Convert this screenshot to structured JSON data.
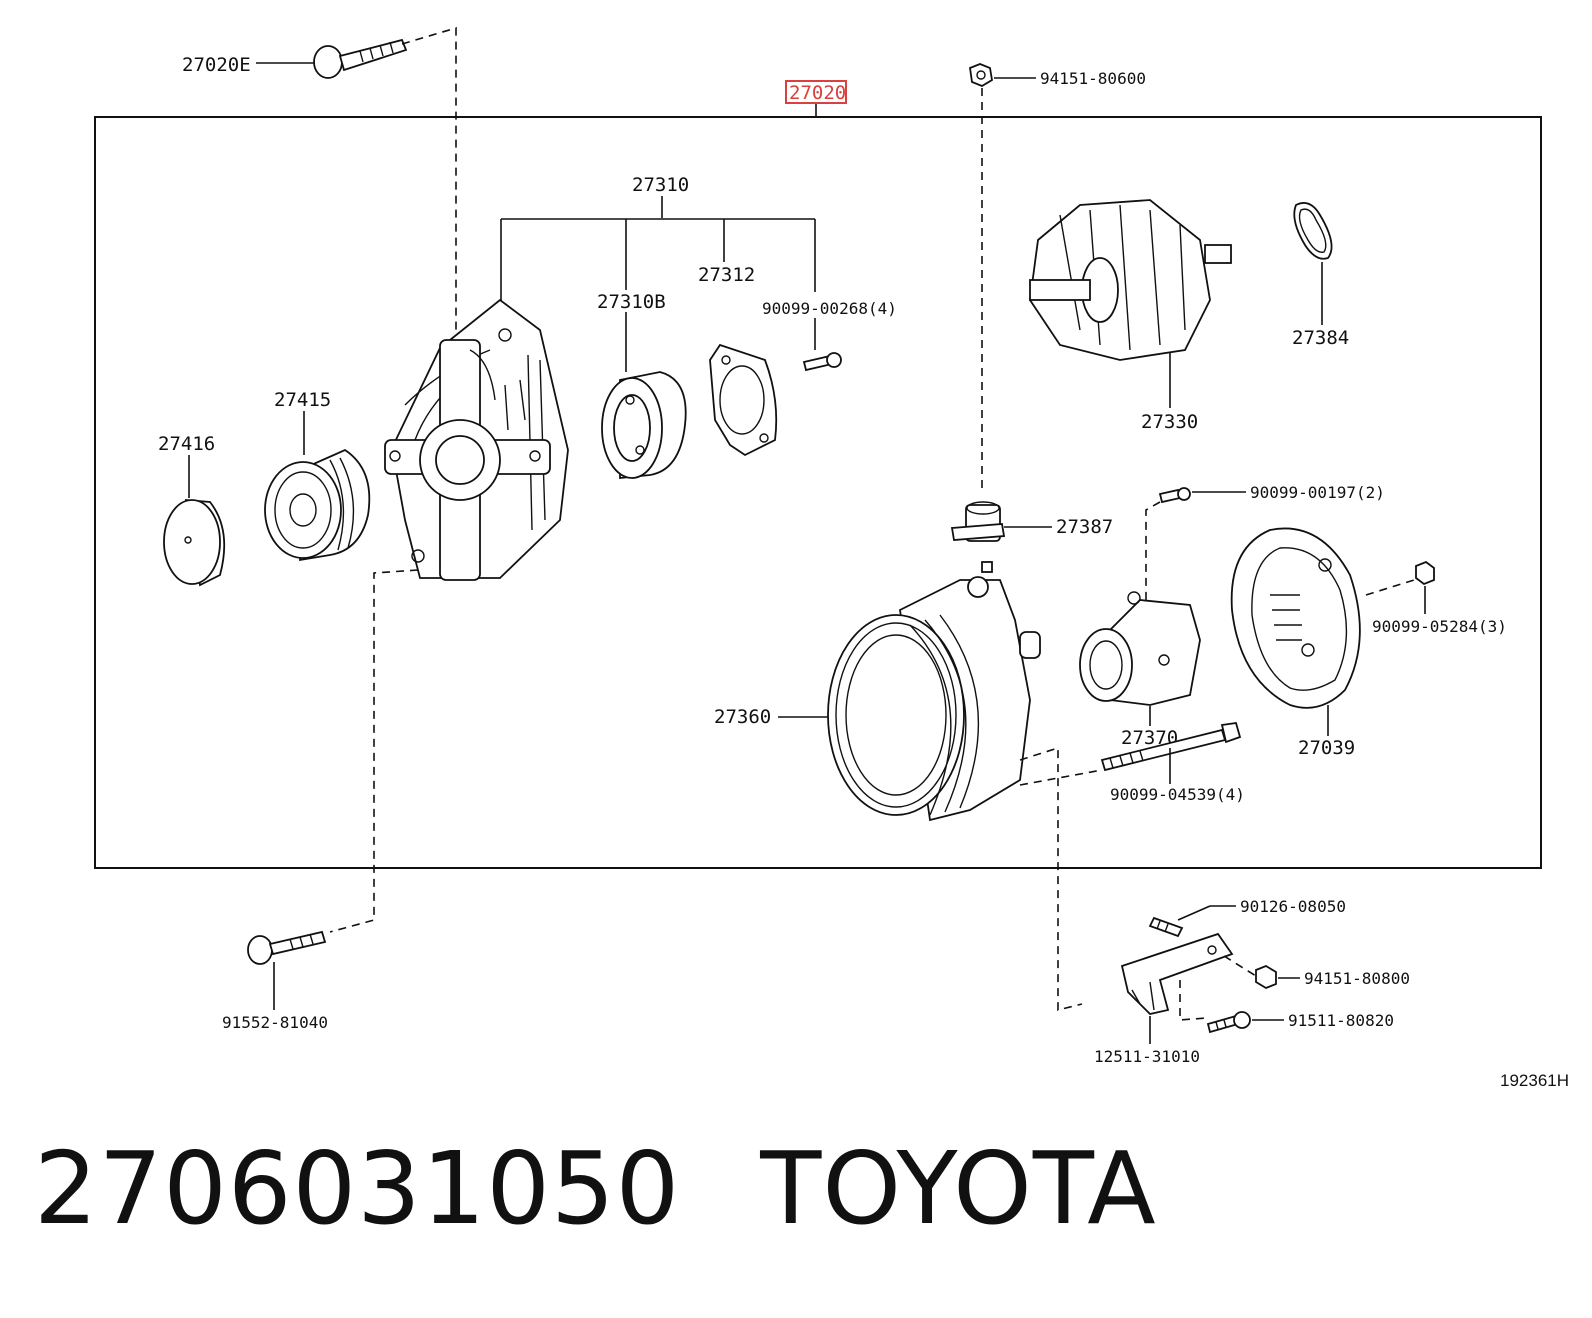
{
  "assembly_label": "27020",
  "labels": {
    "p27020E": "27020E",
    "p94151_80600": "94151-80600",
    "p27310": "27310",
    "p27312": "27312",
    "p27310B": "27310B",
    "p90099_00268": "90099-00268(4)",
    "p27415": "27415",
    "p27416": "27416",
    "p27384": "27384",
    "p27330": "27330",
    "p90099_00197": "90099-00197(2)",
    "p27387": "27387",
    "p90099_05284": "90099-05284(3)",
    "p27360": "27360",
    "p27370": "27370",
    "p27039": "27039",
    "p90099_04539": "90099-04539(4)",
    "p90126_08050": "90126-08050",
    "p94151_80800": "94151-80800",
    "p91511_80820": "91511-80820",
    "p12511_31010": "12511-31010",
    "p91552_81040": "91552-81040"
  },
  "drawing_code": "192361H",
  "footer": {
    "part_number": "2706031050",
    "brand": "TOYOTA"
  },
  "colors": {
    "highlight": "#d94040",
    "ink": "#111111"
  }
}
